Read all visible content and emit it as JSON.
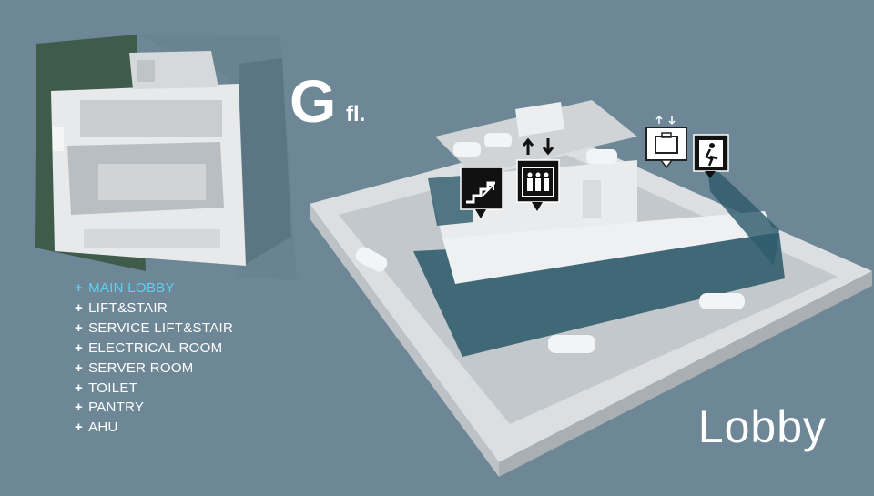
{
  "floor": {
    "letter": "G",
    "suffix": "fl."
  },
  "legend": {
    "items": [
      {
        "label": "MAIN LOBBY",
        "active": true
      },
      {
        "label": "LIFT&STAIR",
        "active": false
      },
      {
        "label": "SERVICE LIFT&STAIR",
        "active": false
      },
      {
        "label": "ELECTRICAL ROOM",
        "active": false
      },
      {
        "label": "SERVER ROOM",
        "active": false
      },
      {
        "label": "TOILET",
        "active": false
      },
      {
        "label": "PANTRY",
        "active": false
      },
      {
        "label": "AHU",
        "active": false
      }
    ]
  },
  "area_title": "Lobby",
  "colors": {
    "background": "#6d8797",
    "active_legend": "#5ed0f2",
    "glass_highlight": "#2e5a6b"
  },
  "icons": [
    "stair-icon",
    "lift-icon",
    "service-lift-icon",
    "exit-icon"
  ]
}
